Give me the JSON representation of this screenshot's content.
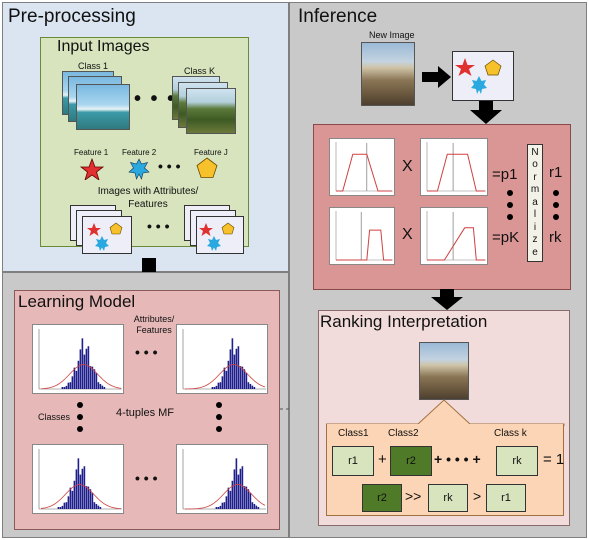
{
  "preprocessing": {
    "title": "Pre-processing",
    "input_images": {
      "title": "Input Images",
      "class_first": "Class 1",
      "class_last": "Class K",
      "ellipsis": "• • •"
    },
    "features": {
      "f1": "Feature 1",
      "f2": "Feature 2",
      "fj": "Feature J",
      "ellipsis": "• • •"
    },
    "attributes_label": "Images with Attributes/ Features",
    "attributes_ellipsis": "• • •"
  },
  "learning": {
    "title": "Learning Model",
    "attributes_label": "Attributes/ Features",
    "classes_label": "Classes",
    "tuples_label": "4-tuples MF",
    "ellipsis": "• • •"
  },
  "inference": {
    "title": "Inference",
    "new_image": "New Image",
    "times": "X",
    "p1": "=p1",
    "pk": "=pK",
    "normalize": "Normalize",
    "r1": "r1",
    "rk": "rk"
  },
  "ranking": {
    "title": "Ranking Interpretation",
    "class1": "Class1",
    "class2": "Class2",
    "classk": "Class k",
    "r1": "r1",
    "r2": "r2",
    "rk": "rk",
    "plus": "+",
    "plus_dots": "+ • • • +",
    "equals_one": "= 1",
    "gg": ">>",
    "gt": ">"
  },
  "colors": {
    "pre_bg": "#dbe5f1",
    "panel_gray": "#c9c9c9",
    "green": "#d7e4bd",
    "pink": "#e6b9b8",
    "star_red": "#e03030",
    "gear_blue": "#2aa8e0",
    "pentagon_yellow": "#f6c12b",
    "hist_blue": "#1f1f8c",
    "curve_red": "#d04040",
    "r_dark": "#4f7a28"
  }
}
